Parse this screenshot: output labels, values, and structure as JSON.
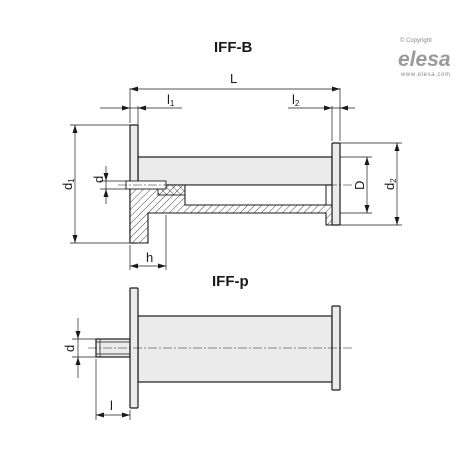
{
  "brand": {
    "copyright": "© Copyright",
    "name": "elesa",
    "url": "www.elesa.com"
  },
  "views": {
    "top": {
      "title": "IFF-B",
      "labels": {
        "L": "L",
        "l1_main": "l",
        "l1_sub": "1",
        "l2_main": "l",
        "l2_sub": "2",
        "d1_main": "d",
        "d1_sub": "1",
        "d": "d",
        "D": "D",
        "d2_main": "d",
        "d2_sub": "2",
        "h": "h"
      }
    },
    "bottom": {
      "title": "IFF-p",
      "labels": {
        "d": "d",
        "l": "l"
      }
    }
  },
  "colors": {
    "line": "#1a1a1a",
    "fill": "#ebebeb",
    "logo": "#9a9a9a"
  }
}
